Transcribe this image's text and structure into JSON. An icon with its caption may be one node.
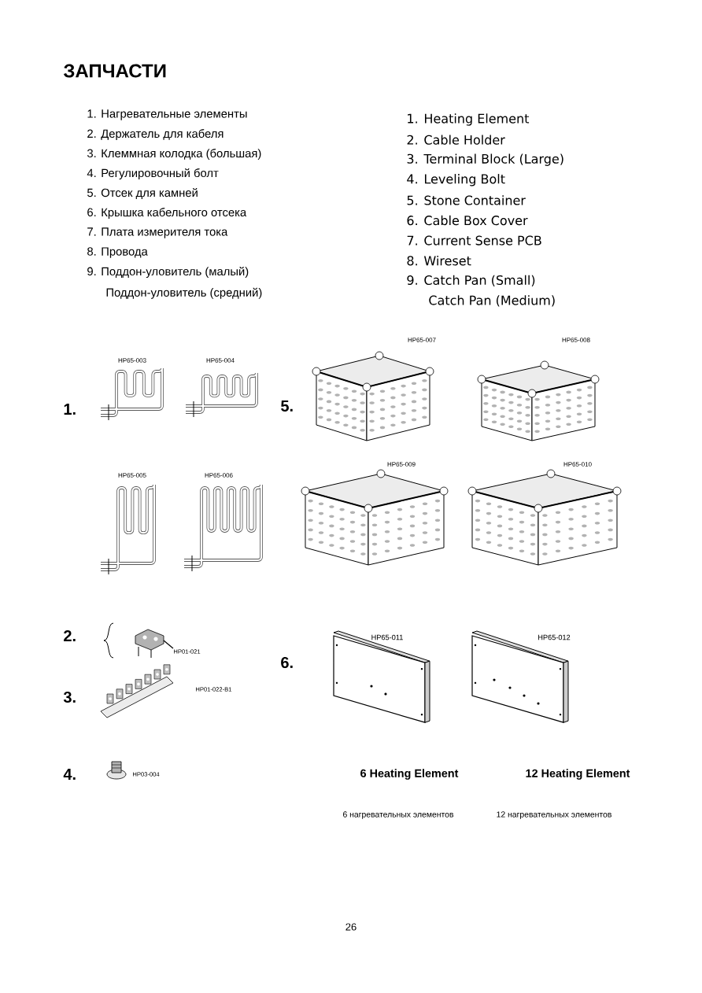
{
  "diagram": {
    "title": "ЗАПЧАСТИ",
    "labels": [
      "1. Нагревательные элементы",
      "2. Держатель для кабеля",
      "3. Клеммная колодка (большая)",
      "4. Регулировочный болт",
      "5. Отсек для камней",
      "6. Крышка кабельного отсека",
      "7. Плата измерителя тока",
      "8. Провода",
      "9. Поддон-уловитель (малый)",
      "Поддон-уловитель (средний)",
      "1. Heating Element",
      "2. Cable Holder",
      "3. Terminal Block (Large)",
      "4. Leveling Bolt",
      "5. Stone Container",
      "6. Cable Box Cover",
      "7. Current Sense PCB",
      "8. Wireset",
      "9. Catch Pan (Small)",
      "Catch Pan (Medium)",
      "1.",
      "HP65-003",
      "HP65-004",
      "HP65-005",
      "HP65-006",
      "5.",
      "HP65-007",
      "HP65-008",
      "HP65-009",
      "HP65-010",
      "2.",
      "HP01-021",
      "3.",
      "HP01-022-B1",
      "4.",
      "HP03-004",
      "6.",
      "HP65-011",
      "HP65-012",
      "6 Heating Element",
      "12 Heating Element",
      "6 нагревательных элементов",
      "12 нагревательных элементов",
      "26"
    ]
  }
}
